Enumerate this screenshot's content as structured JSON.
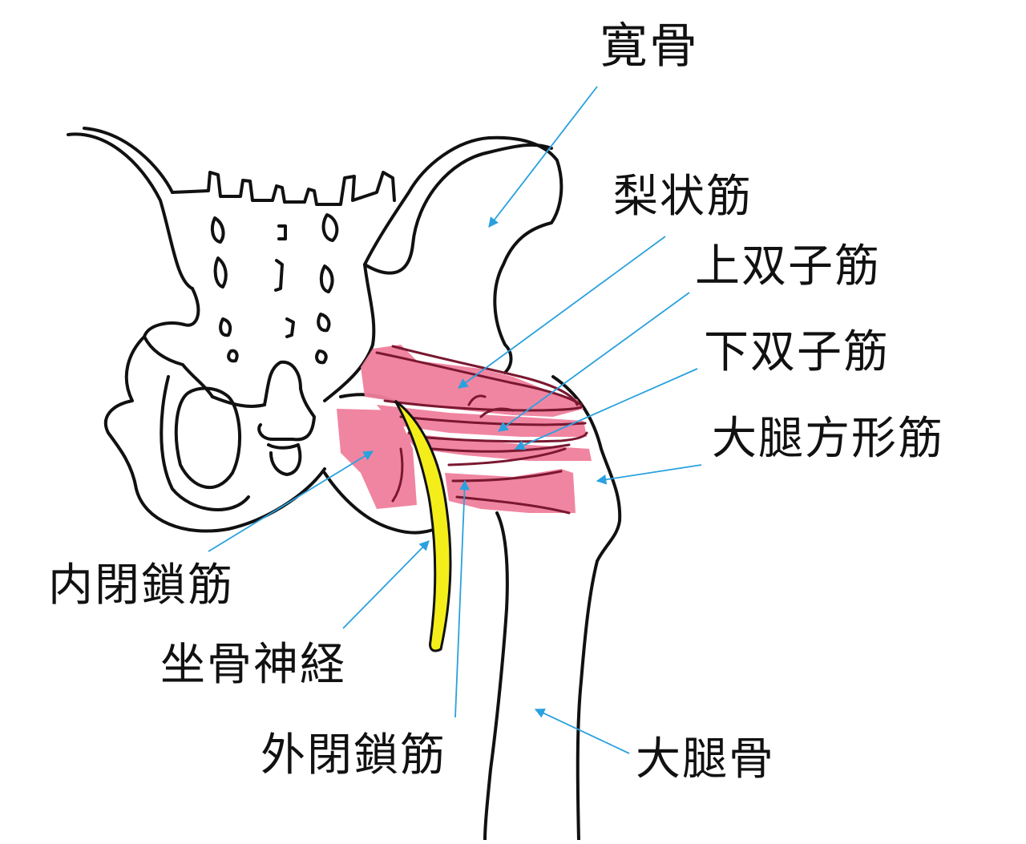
{
  "colors": {
    "outline": "#111111",
    "muscle": "#f07f9c",
    "muscle_fiber": "#7a1830",
    "nerve": "#f3ee1a",
    "leader": "#2aa1de"
  },
  "labels": {
    "ilium": "寛骨",
    "piriformis": "梨状筋",
    "gemellus_superior": "上双子筋",
    "gemellus_inferior": "下双子筋",
    "quadratus_femoris": "大腿方形筋",
    "obturator_internus": "内閉鎖筋",
    "sciatic_nerve": "坐骨神経",
    "obturator_externus": "外閉鎖筋",
    "femur": "大腿骨"
  }
}
